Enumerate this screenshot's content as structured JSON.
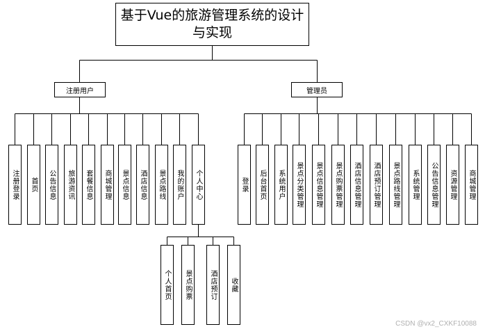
{
  "title": "基于Vue的旅游管理系统的设计与实现",
  "branches": [
    {
      "label": "注册用户",
      "items": [
        {
          "label": "注册登录"
        },
        {
          "label": "首页"
        },
        {
          "label": "公告信息"
        },
        {
          "label": "旅游资讯"
        },
        {
          "label": "套餐信息"
        },
        {
          "label": "商城管理"
        },
        {
          "label": "景点信息"
        },
        {
          "label": "酒店信息"
        },
        {
          "label": "景点路线"
        },
        {
          "label": "我的账户"
        },
        {
          "label": "个人中心",
          "children": [
            {
              "label": "个人首页"
            },
            {
              "label": "景点购票"
            },
            {
              "label": "酒店预订"
            },
            {
              "label": "收藏"
            }
          ]
        }
      ]
    },
    {
      "label": "管理员",
      "items": [
        {
          "label": "登录"
        },
        {
          "label": "后台首页"
        },
        {
          "label": "系统用户"
        },
        {
          "label": "景点分类管理"
        },
        {
          "label": "景点信息管理"
        },
        {
          "label": "景点购票管理"
        },
        {
          "label": "酒店信息管理"
        },
        {
          "label": "酒店预订管理"
        },
        {
          "label": "景点路线管理"
        },
        {
          "label": "系统管理"
        },
        {
          "label": "公告信息管理"
        },
        {
          "label": "资源管理"
        },
        {
          "label": "商城管理"
        }
      ]
    }
  ],
  "watermark": "CSDN @vx2_CXKF10088"
}
